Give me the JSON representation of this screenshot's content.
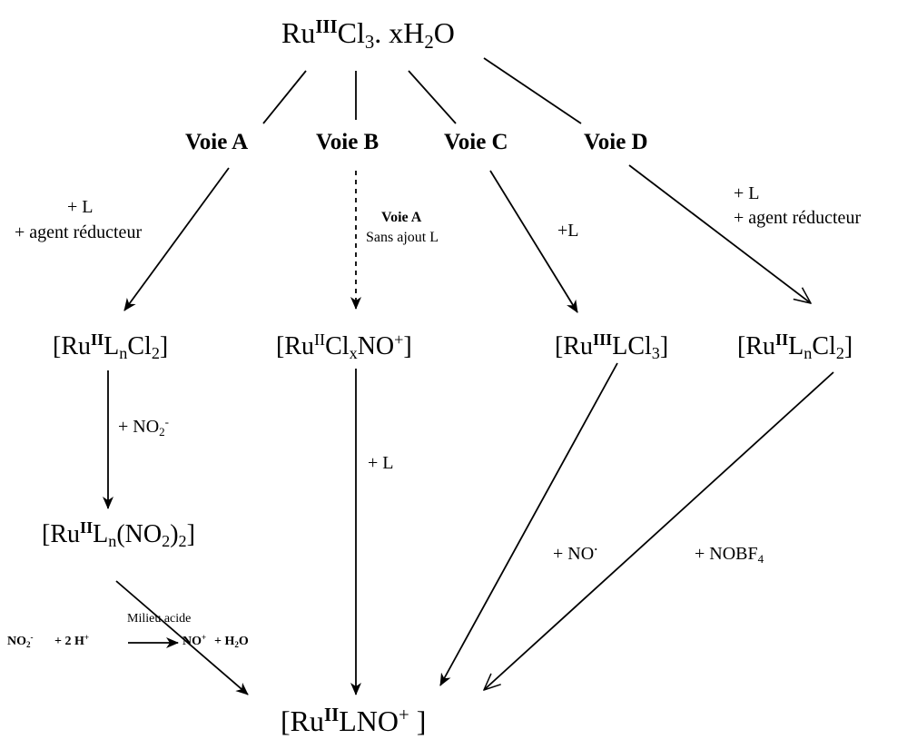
{
  "start": {
    "element": "Ru",
    "ox": "III",
    "rest": "Cl",
    "n": "3",
    "water": ". xH",
    "h2": "2",
    "o": "O"
  },
  "routes": {
    "a": "Voie A",
    "b": "Voie B",
    "c": "Voie C",
    "d": "Voie D"
  },
  "reagents": {
    "a_1": "+ L",
    "a_2": "+ agent réducteur",
    "b_1": "Voie A",
    "b_2": "Sans ajout L",
    "c_1": "+L",
    "d_1": "+ L",
    "d_2": "+ agent réducteur",
    "nitrite_plus": "+ NO",
    "nitrite_sub": "2",
    "nitrite_sup": "-",
    "l_add": "+ L",
    "no_rad": "+ NO",
    "no_rad_sup": "·",
    "nobf": "+ NOBF",
    "nobf_sub": "4"
  },
  "intermediates": {
    "a": {
      "open": "[Ru",
      "ox": "II",
      "l": "L",
      "n": "n",
      "cl": "Cl",
      "two": "2",
      "close": "]"
    },
    "b": {
      "open": "[Ru",
      "ox": "II",
      "cl": "Cl",
      "x": "x",
      "no": "NO",
      "plus": "+",
      "close": "]"
    },
    "c": {
      "open": "[Ru",
      "ox": "III",
      "lcl": "LCl",
      "three": "3",
      "close": "]"
    },
    "d": {
      "open": "[Ru",
      "ox": "II",
      "l": "L",
      "n": "n",
      "cl": "Cl",
      "two": "2",
      "close": "]"
    }
  },
  "nitro": {
    "open": "[Ru",
    "ox": "II",
    "l": "L",
    "n": "n",
    "paren": "(NO",
    "two_in": "2",
    "close_paren": ")",
    "two_out": "2",
    "close": "]"
  },
  "acid": {
    "label": "Milieu acide",
    "no2": "NO",
    "no2_sub": "2",
    "no2_sup": "-",
    "plus_h": "+ 2 H",
    "h_sup": "+",
    "no": "NO",
    "no_sup": "+",
    "plus_water": "+ H",
    "water_sub": "2",
    "water_o": "O"
  },
  "product": {
    "open": "[Ru",
    "ox": "II",
    "lno": "LNO",
    "plus": "+",
    "close": " ]"
  }
}
